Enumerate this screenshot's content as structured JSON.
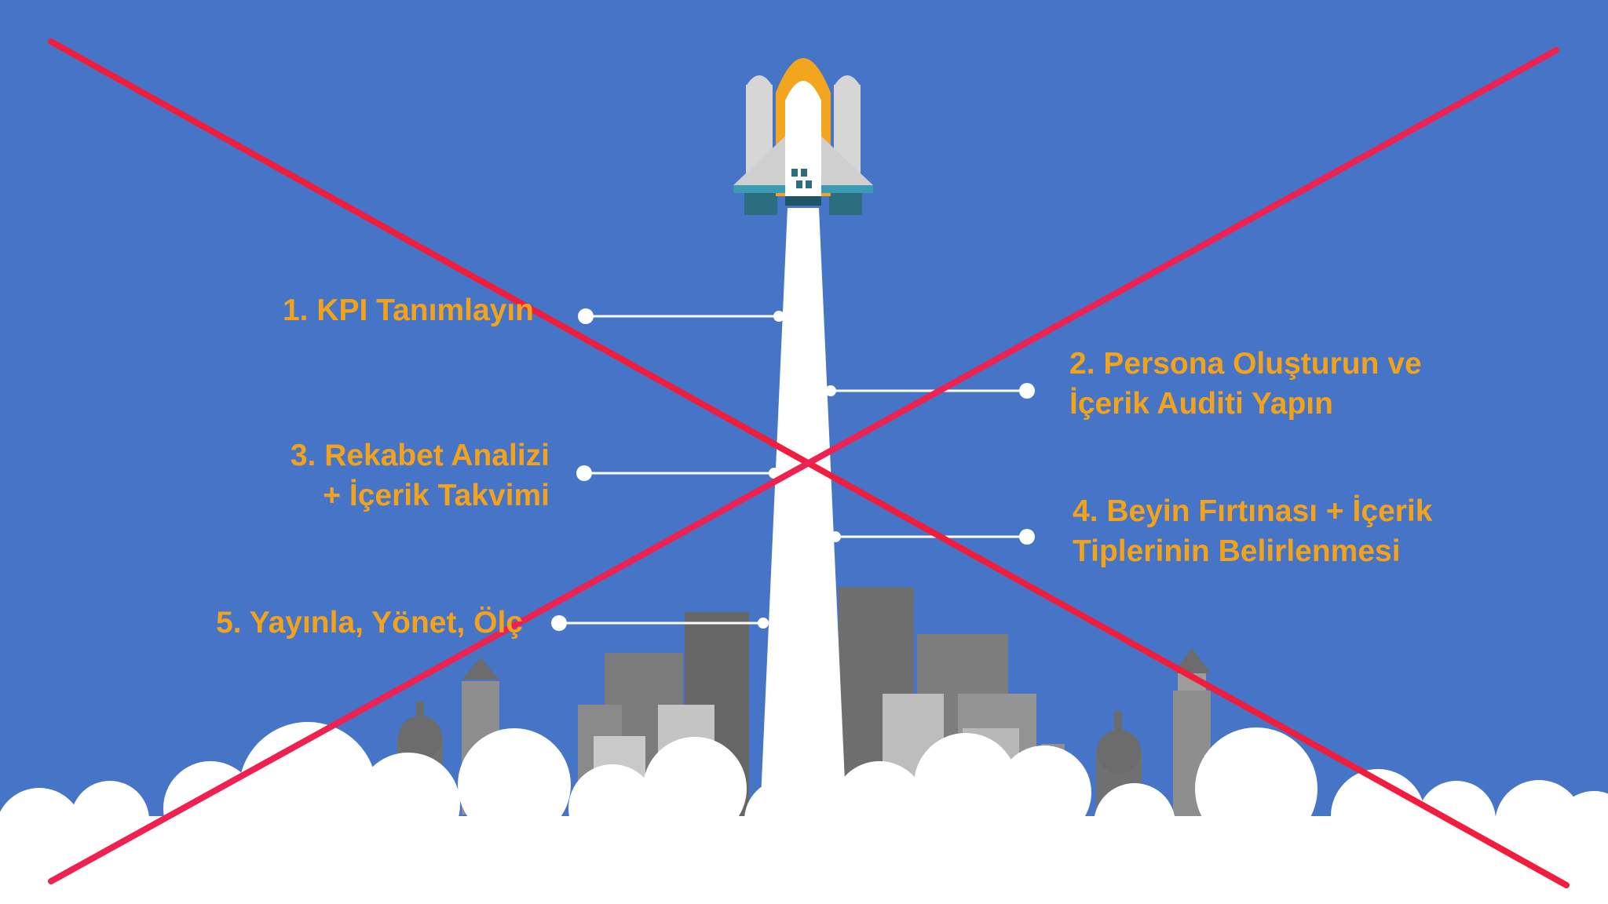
{
  "colors": {
    "background": "#4674C6",
    "label": "#F2A31B",
    "cross": "#F01E3C",
    "cloud": "#FFFFFF",
    "building_dark": "#6F6F6F",
    "building_light": "#A9A9A9"
  },
  "icons": [
    "rocket-icon",
    "city-skyline",
    "clouds"
  ],
  "steps": [
    {
      "id": "step-1",
      "lines": [
        "1. KPI Tanımlayın"
      ]
    },
    {
      "id": "step-2",
      "lines": [
        "2. Persona Oluşturun ve",
        "İçerik Auditi Yapın"
      ]
    },
    {
      "id": "step-3",
      "lines": [
        "3. Rekabet Analizi",
        "+ İçerik Takvimi"
      ]
    },
    {
      "id": "step-4",
      "lines": [
        "4. Beyin Fırtınası + İçerik",
        "Tiplerinin Belirlenmesi"
      ]
    },
    {
      "id": "step-5",
      "lines": [
        "5. Yayınla, Yönet, Ölç"
      ]
    }
  ]
}
